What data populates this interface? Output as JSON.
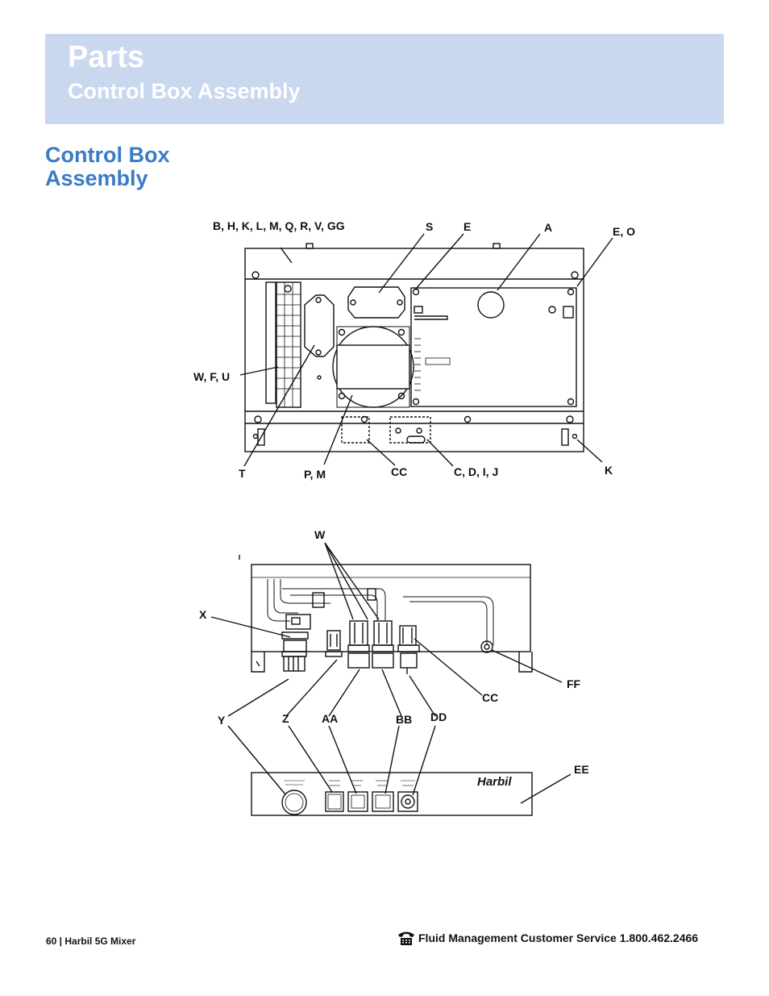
{
  "header": {
    "title": "Parts",
    "subtitle": "Control Box Assembly"
  },
  "section": {
    "title": "Control Box Assembly"
  },
  "diagram_top": {
    "labels": {
      "bh": "B, H, K, L, M, Q, R, V, GG",
      "s": "S",
      "e": "E",
      "a": "A",
      "eo": "E, O",
      "wfu": "W, F, U",
      "t": "T",
      "pm": "P, M",
      "cc": "CC",
      "cdij": "C, D, I, J",
      "k": "K"
    }
  },
  "diagram_bottom": {
    "labels": {
      "w": "W",
      "x": "X",
      "ff": "FF",
      "cc": "CC",
      "y": "Y",
      "z": "Z",
      "aa": "AA",
      "bb": "BB",
      "dd": "DD",
      "ee": "EE"
    },
    "panel_logo": "Harbil"
  },
  "footer": {
    "left": "60 | Harbil 5G Mixer",
    "right": "Fluid Management Customer Service 1.800.462.2466",
    "phone_icon": "telephone-icon"
  }
}
